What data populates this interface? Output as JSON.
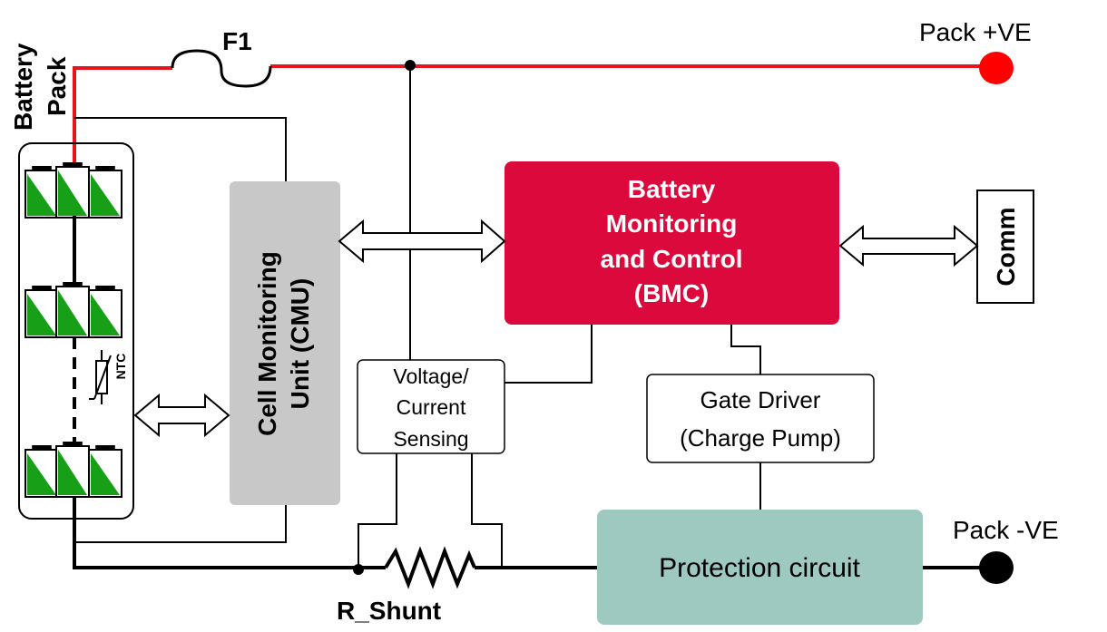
{
  "battery_pack_label": [
    "Battery",
    "Pack"
  ],
  "fuse_label": "F1",
  "pack_pos_label": "Pack +VE",
  "pack_neg_label": "Pack -VE",
  "ntc_label": "NTC",
  "cmu_label": [
    "Cell Monitoring",
    "Unit (CMU)"
  ],
  "bmc_label": [
    "Battery",
    "Monitoring",
    "and Control",
    "(BMC)"
  ],
  "comm_label": "Comm",
  "sensing_label": [
    "Voltage/",
    "Current",
    "Sensing"
  ],
  "gate_driver_label": [
    "Gate Driver",
    "(Charge Pump)"
  ],
  "protection_label": "Protection circuit",
  "shunt_label": "R_Shunt",
  "colors": {
    "positive_wire": "#e8141c",
    "negative_wire": "#000000",
    "bmc_fill": "#dc0a3c",
    "cmu_fill": "#c8c8c8",
    "protection_fill": "#9ec9c0",
    "cell_green": "#17a017",
    "pos_terminal": "#ff0000",
    "neg_terminal": "#000000"
  }
}
